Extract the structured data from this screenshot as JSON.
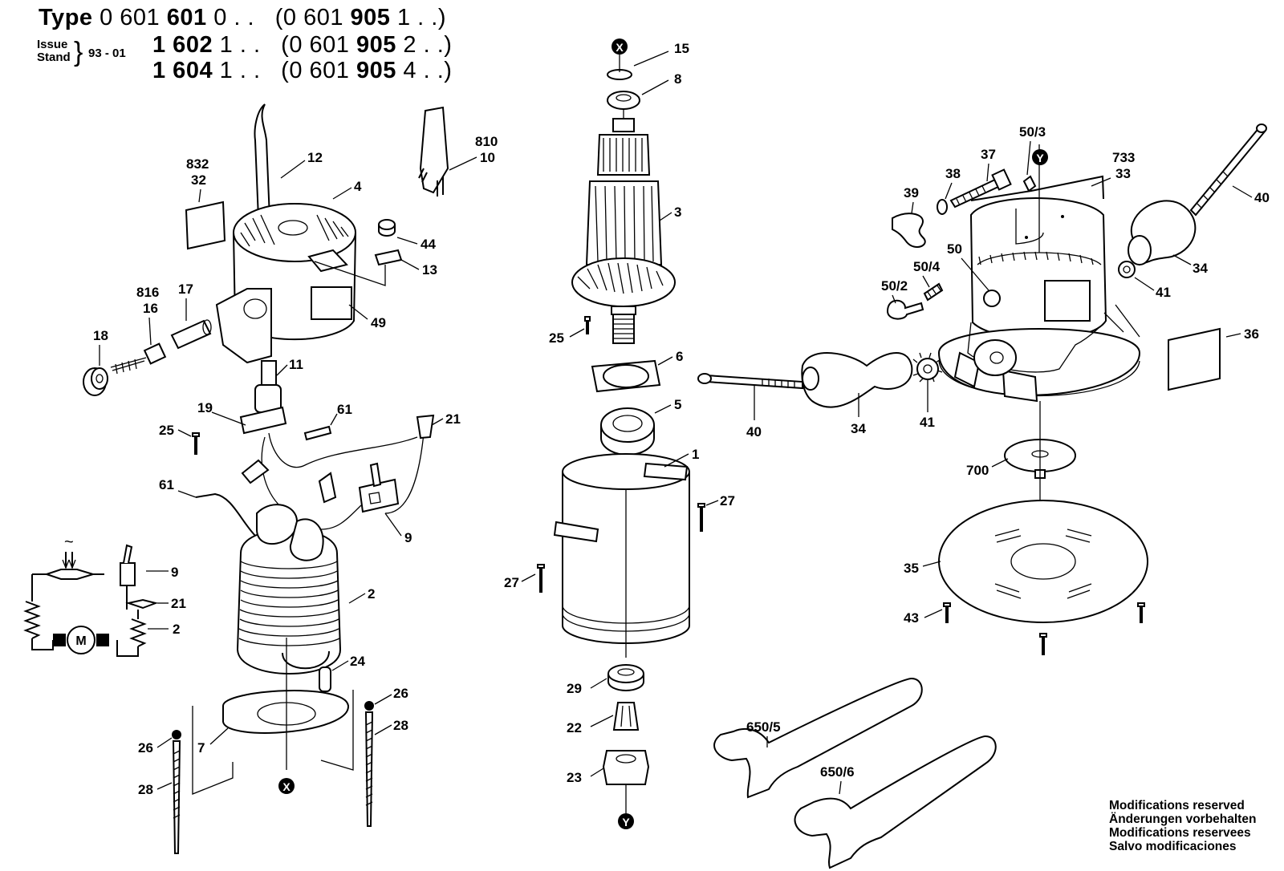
{
  "header": {
    "type_word": "Type",
    "row1_prefix": "0 601",
    "row1_bold": "601",
    "row1_suffix": "0 . .",
    "row1_paren_a": "(0 601",
    "row1_paren_bold": "905",
    "row1_paren_b": "1 . .)",
    "row2_bold": "1 602",
    "row2_suffix": "1 . .",
    "row2_paren_a": "(0 601",
    "row2_paren_bold": "905",
    "row2_paren_b": "2 . .)",
    "row3_bold": "1 604",
    "row3_suffix": "1 . .",
    "row3_paren_a": "(0 601",
    "row3_paren_bold": "905",
    "row3_paren_b": "4 . .)",
    "issue": "Issue",
    "stand": "Stand",
    "issue_code": "93 - 01"
  },
  "modifications": [
    "Modifications reserved",
    "Änderungen vorbehalten",
    "Modifications reservees",
    "Salvo modificaciones"
  ],
  "markers": {
    "x": "X",
    "y": "Y",
    "motor": "M",
    "ac": "~"
  },
  "labels": {
    "p15": "15",
    "p8": "8",
    "p3": "3",
    "p25b": "25",
    "p6": "6",
    "p5": "5",
    "p1": "1",
    "p27a": "27",
    "p27b": "27",
    "p29": "29",
    "p22": "22",
    "p23": "23",
    "p832": "832",
    "p32": "32",
    "p12": "12",
    "p4": "4",
    "p810": "810",
    "p10": "10",
    "p44": "44",
    "p13": "13",
    "p49": "49",
    "p816": "816",
    "p16": "16",
    "p17": "17",
    "p18": "18",
    "p11": "11",
    "p19": "19",
    "p25a": "25",
    "p61a": "61",
    "p61b": "61",
    "p21a": "21",
    "p9a": "9",
    "p2a": "2",
    "p24": "24",
    "p26a": "26",
    "p26b": "26",
    "p28a": "28",
    "p28b": "28",
    "p7": "7",
    "p9b": "9",
    "p21b": "21",
    "p2b": "2",
    "p50_3": "50/3",
    "p37": "37",
    "p38": "38",
    "p39": "39",
    "p733": "733",
    "p33": "33",
    "p40a": "40",
    "p50": "50",
    "p50_4": "50/4",
    "p50_2": "50/2",
    "p34a": "34",
    "p41a": "41",
    "p36": "36",
    "p40b": "40",
    "p34b": "34",
    "p41b": "41",
    "p700": "700",
    "p35": "35",
    "p43": "43",
    "p650_5": "650/5",
    "p650_6": "650/6"
  }
}
